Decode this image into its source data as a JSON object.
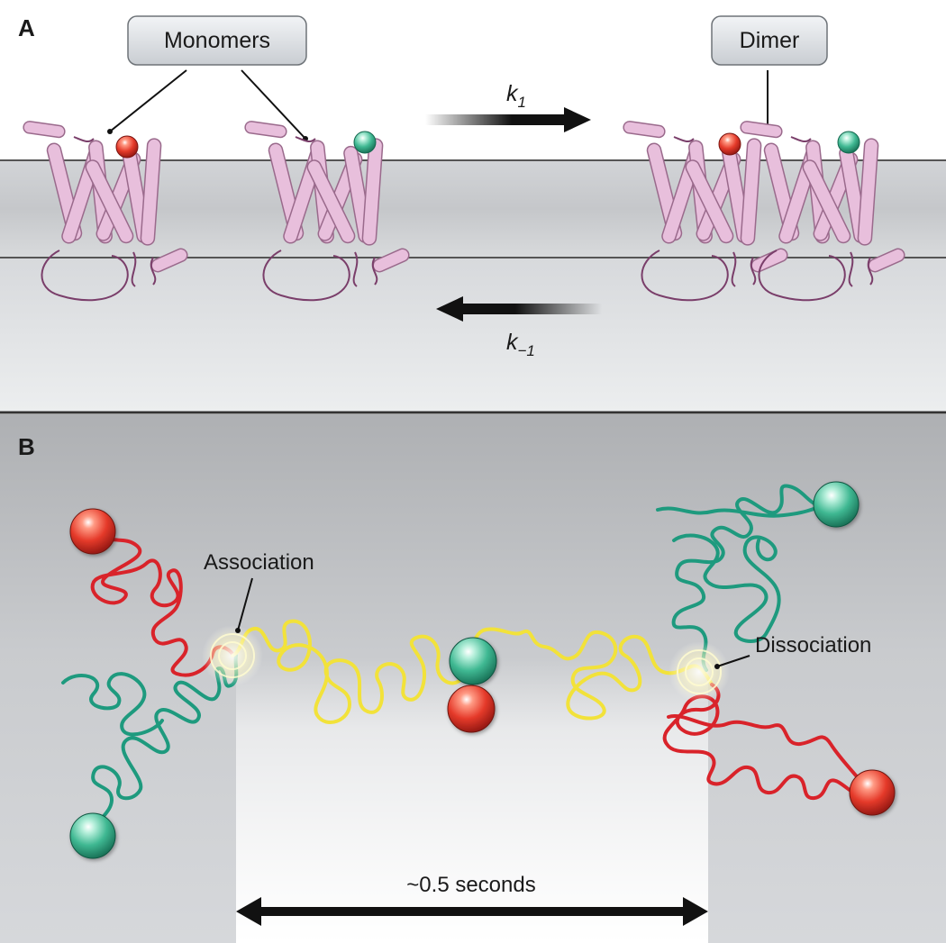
{
  "panel_a": {
    "letter": "A",
    "monomers_label": "Monomers",
    "dimer_label": "Dimer",
    "forward_rate": {
      "symbol": "k",
      "subscript": "1"
    },
    "reverse_rate": {
      "symbol": "k",
      "subscript": "−1"
    }
  },
  "panel_b": {
    "letter": "B",
    "association_label": "Association",
    "dissociation_label": "Dissociation",
    "duration_label": "~0.5 seconds"
  },
  "colors": {
    "receptor": "#e8bfdc",
    "receptor_edge": "#9a6a8c",
    "red_tag": "#e53a2a",
    "green_tag": "#3fb892",
    "red_track": "#d9232a",
    "green_track": "#1e9a7e",
    "yellow_track": "#f2e23a",
    "membrane_gray": "#c7c9cc"
  }
}
